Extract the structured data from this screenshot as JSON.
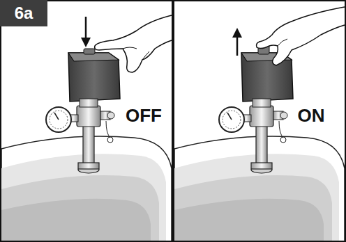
{
  "diagram": {
    "labels": [
      "6a",
      "OFF",
      "ON"
    ]
  }
}
